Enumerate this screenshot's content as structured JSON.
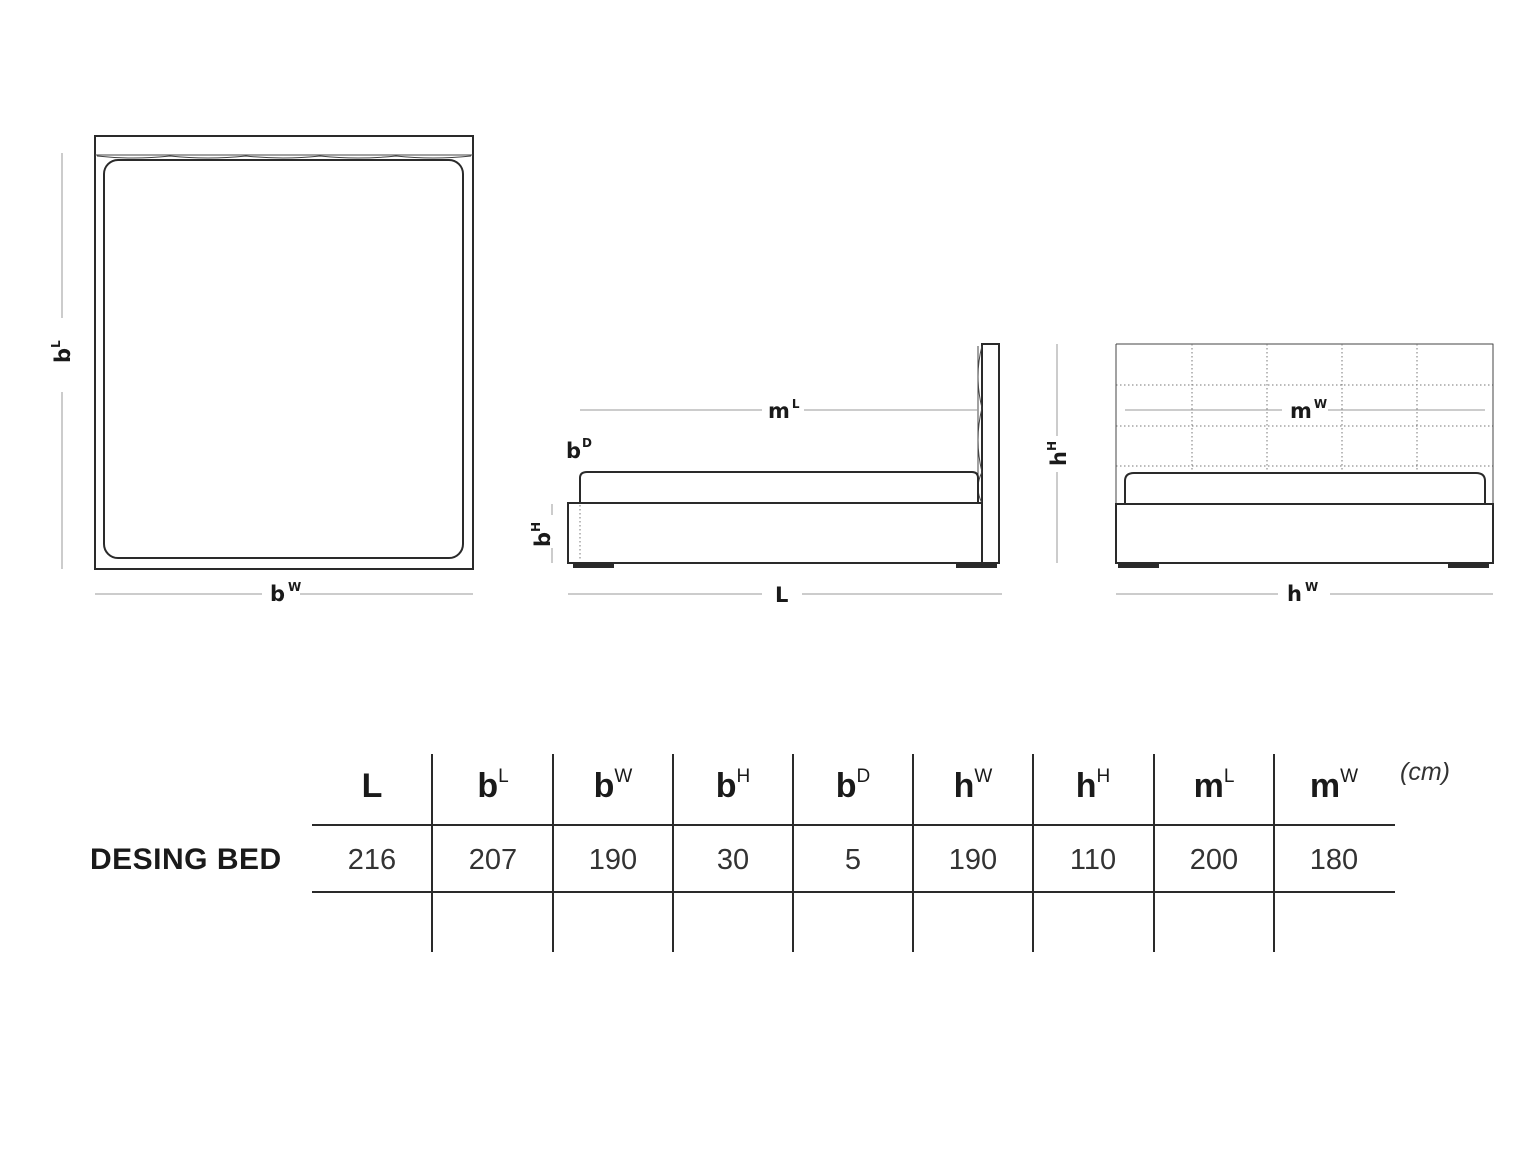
{
  "views": {
    "top": {
      "b_L": {
        "base": "b",
        "sup": "L"
      },
      "b_W": {
        "base": "b",
        "sup": "W"
      }
    },
    "side": {
      "m_L": {
        "base": "m",
        "sup": "L"
      },
      "b_D": {
        "base": "b",
        "sup": "D"
      },
      "b_H": {
        "base": "b",
        "sup": "H"
      },
      "L": {
        "base": "L",
        "sup": ""
      }
    },
    "front": {
      "h_H": {
        "base": "h",
        "sup": "H"
      },
      "m_W": {
        "base": "m",
        "sup": "W"
      },
      "h_W": {
        "base": "h",
        "sup": "W"
      }
    }
  },
  "table": {
    "unit": "(cm)",
    "columns": [
      {
        "base": "L",
        "sup": ""
      },
      {
        "base": "b",
        "sup": "L"
      },
      {
        "base": "b",
        "sup": "W"
      },
      {
        "base": "b",
        "sup": "H"
      },
      {
        "base": "b",
        "sup": "D"
      },
      {
        "base": "h",
        "sup": "W"
      },
      {
        "base": "h",
        "sup": "H"
      },
      {
        "base": "m",
        "sup": "L"
      },
      {
        "base": "m",
        "sup": "W"
      }
    ],
    "rows": [
      {
        "label": "DESING BED",
        "values": [
          "216",
          "207",
          "190",
          "30",
          "5",
          "190",
          "110",
          "200",
          "180"
        ]
      }
    ]
  }
}
